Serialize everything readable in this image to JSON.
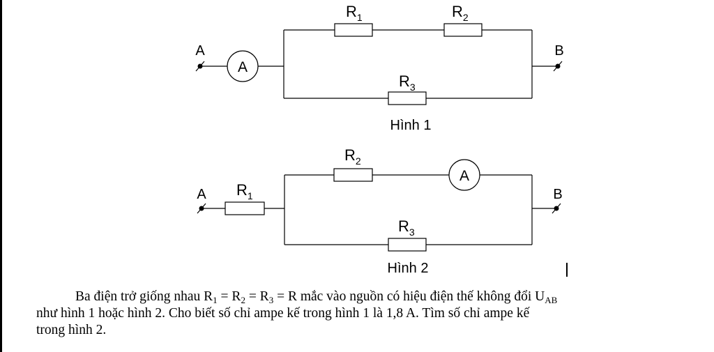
{
  "colors": {
    "ink": "#000000",
    "background": "#ffffff"
  },
  "figure1": {
    "caption": "Hình 1",
    "node_a": "A",
    "node_b": "B",
    "ammeter": "A",
    "resistors": [
      {
        "base": "R",
        "sub": "1"
      },
      {
        "base": "R",
        "sub": "2"
      },
      {
        "base": "R",
        "sub": "3"
      }
    ]
  },
  "figure2": {
    "caption": "Hình 2",
    "node_a": "A",
    "node_b": "B",
    "ammeter": "A",
    "resistors": [
      {
        "base": "R",
        "sub": "1"
      },
      {
        "base": "R",
        "sub": "2"
      },
      {
        "base": "R",
        "sub": "3"
      }
    ]
  },
  "problem": {
    "l1_text": "Ba điện trở giống nhau R",
    "s1": "1",
    "eq1": " = R",
    "s2": "2",
    "eq2": " = R",
    "s3": "3",
    "l1_tail": " = R mắc vào nguồn có hiệu điện thế không đổi U",
    "sab": "AB",
    "l2": "như hình 1 hoặc hình 2. Cho biết số chỉ ampe kế trong hình 1 là 1,8 A. Tìm số chỉ ampe kế",
    "l3": "trong hình 2."
  }
}
